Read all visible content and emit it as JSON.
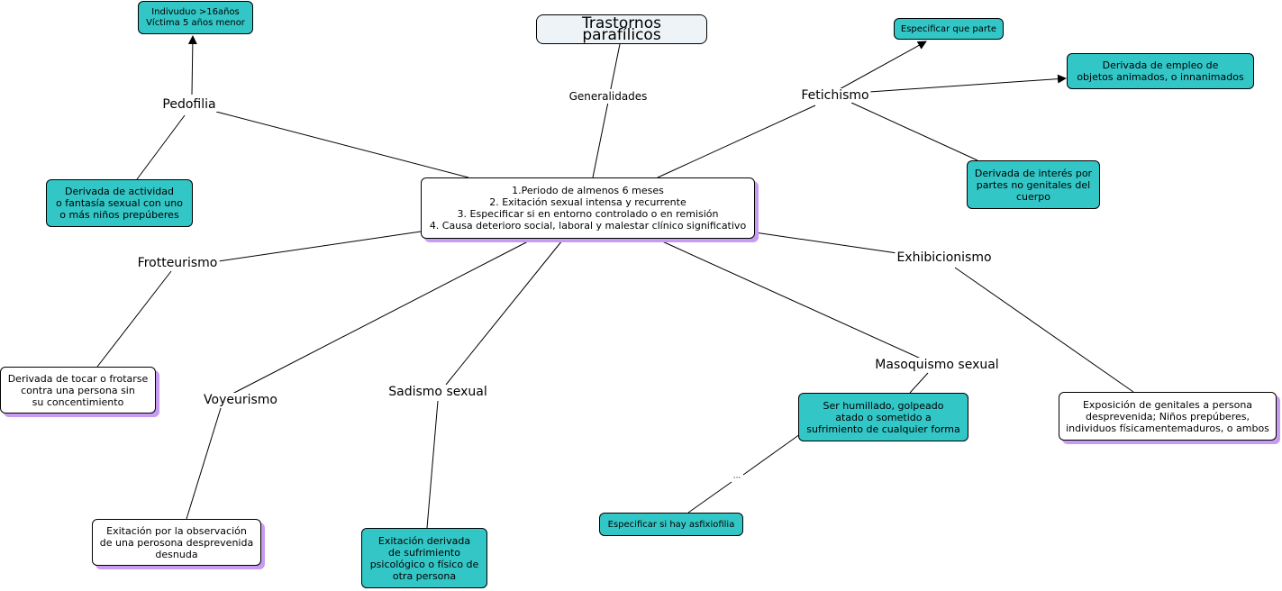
{
  "title": "Trastornos parafílicos",
  "generalidades": "Generalidades",
  "criteria": "1.Periodo de almenos 6 meses\n2. Exitación sexual intensa y recurrente\n3. Especificar si en entorno controlado o en remisión\n4. Causa deterioro social, laboral y malestar clínico significativo",
  "pedofilia": {
    "label": "Pedofilia",
    "age": "Indivuduo >16años\nVíctima 5 años menor",
    "desc": "Derivada de actividad\no fantasía sexual con uno\no más niños prepúberes"
  },
  "fetichismo": {
    "label": "Fetichismo",
    "especificar": "Especificar que parte",
    "objetos": "Derivada de empleo de\nobjetos animados, o innanimados",
    "partes": "Derivada de interés por\npartes no genitales del\ncuerpo"
  },
  "frotteurismo": {
    "label": "Frotteurismo",
    "desc": "Derivada de tocar o frotarse\ncontra una persona sin\nsu concentimiento"
  },
  "exhibicionismo": {
    "label": "Exhibicionismo",
    "desc": "Exposición de genitales a persona\ndesprevenida; Niños prepúberes,\nindividuos físicamentemaduros, o ambos"
  },
  "voyeurismo": {
    "label": "Voyeurismo",
    "desc": "Exitación por la observación\nde una perosona desprevenida\ndesnuda"
  },
  "sadismo": {
    "label": "Sadismo sexual",
    "desc": "Exitación derivada\nde sufrimiento\npsicológico o físico de\notra persona"
  },
  "masoquismo": {
    "label": "Masoquismo sexual",
    "desc": "Ser humillado, golpeado\natado o sometido a\nsufrimiento de cualquier forma",
    "link": "...",
    "asfixiofilia": "Especificar si hay asfixiofilia"
  }
}
